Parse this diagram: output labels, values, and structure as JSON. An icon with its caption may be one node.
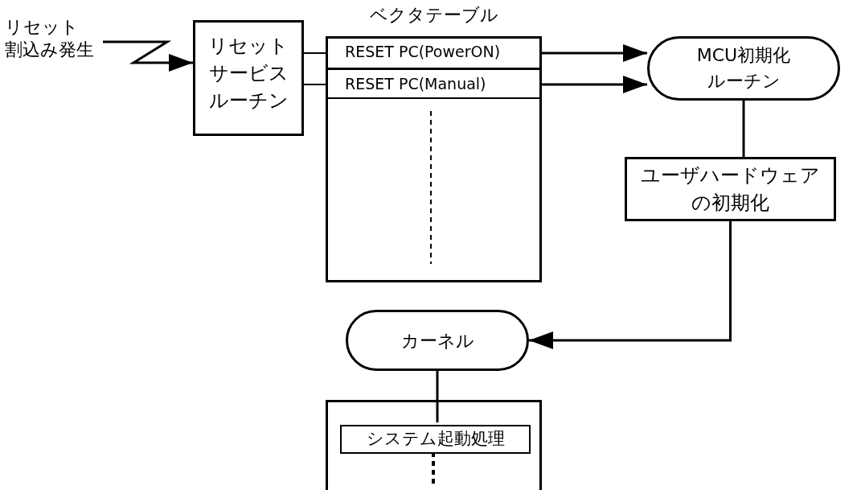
{
  "diagram": {
    "nodes": [
      {
        "text": [
          "リセット",
          "割込み発生"
        ]
      },
      {
        "text": [
          "リセットサービスルーチン"
        ]
      },
      {
        "text": [
          "ベクタテーブル"
        ]
      },
      {
        "text": [
          "RESET PC(PowerON)"
        ],
        "in": 2
      },
      {
        "text": [
          "RESET PC(Manual)"
        ],
        "in": 2
      },
      {
        "text": [
          "MCU初期化ルーチン"
        ]
      },
      {
        "text": [
          "ユーザハードウェアの初期化"
        ]
      },
      {
        "text": [
          "カーネル"
        ]
      },
      {
        "text": [],
        "shape": "box"
      },
      {
        "text": [
          "システム起動処理"
        ],
        "in": 8
      }
    ],
    "edges": [
      {
        "from": 0,
        "to": 1,
        "arrow": "to"
      },
      {
        "from": 1,
        "to": 3,
        "arrow": "none"
      },
      {
        "from": 1,
        "to": 4,
        "arrow": "none"
      },
      {
        "from": 3,
        "to": 5,
        "arrow": "to"
      },
      {
        "from": 4,
        "to": 5,
        "arrow": "to"
      },
      {
        "from": 5,
        "to": 6,
        "arrow": "none"
      },
      {
        "from": 6,
        "to": 7,
        "arrow": "to"
      },
      {
        "from": 7,
        "to": 9,
        "arrow": "none"
      }
    ]
  }
}
